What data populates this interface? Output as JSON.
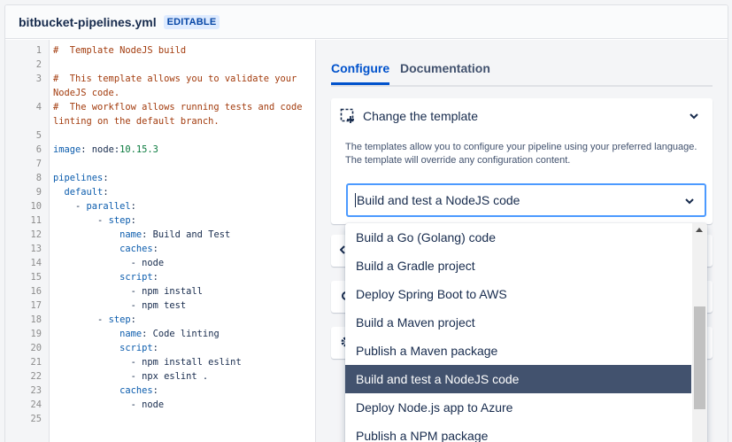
{
  "header": {
    "filename": "bitbucket-pipelines.yml",
    "badge": "EDITABLE"
  },
  "editor": {
    "line_numbers": [
      "1",
      "2",
      "3",
      "",
      "4",
      "",
      "5",
      "6",
      "7",
      "8",
      "9",
      "10",
      "11",
      "12",
      "13",
      "14",
      "15",
      "16",
      "17",
      "18",
      "19",
      "20",
      "21",
      "22",
      "23",
      "24",
      "25"
    ],
    "lines": [
      "#  Template NodeJS build",
      "",
      "#  This template allows you to validate your",
      "NodeJS code.",
      "#  The workflow allows running tests and code",
      "linting on the default branch.",
      "",
      "image: node:10.15.3",
      "",
      "pipelines:",
      "  default:",
      "    - parallel:",
      "        - step:",
      "            name: Build and Test",
      "            caches:",
      "              - node",
      "            script:",
      "              - npm install",
      "              - npm test",
      "        - step:",
      "            name: Code linting",
      "            script:",
      "              - npm install eslint",
      "              - npx eslint .",
      "            caches:",
      "              - node",
      ""
    ]
  },
  "tabs": {
    "configure": "Configure",
    "documentation": "Documentation"
  },
  "template_card": {
    "title": "Change the template",
    "description_line1": "The templates allow you to configure your pipeline using your preferred language.",
    "description_line2": "The template will override any configuration content.",
    "selected_value": "Build and test a NodeJS code"
  },
  "dropdown": {
    "options": [
      "Build a Go (Golang) code",
      "Build a Gradle project",
      "Deploy Spring Boot to AWS",
      "Build a Maven project",
      "Publish a Maven package",
      "Build and test a NodeJS code",
      "Deploy Node.js app to Azure",
      "Publish a NPM package"
    ],
    "selected_index": 5
  },
  "colors": {
    "accent": "#0052cc",
    "focus_border": "#4c9aff",
    "selected_option_bg": "#42526e",
    "comment": "#a33c0e"
  }
}
